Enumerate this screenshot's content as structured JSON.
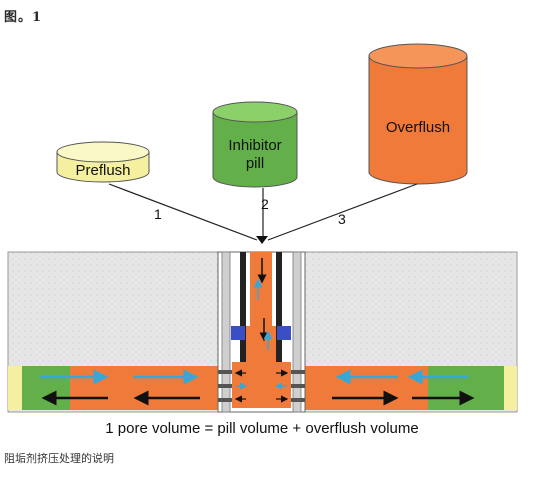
{
  "figure_label": "图。1",
  "caption": "阻垢剂挤压处理的说明",
  "diagram": {
    "tanks": [
      {
        "label": "Preflush",
        "color": "#f5f0a0",
        "number": "1"
      },
      {
        "label": "Inhibitor pill",
        "line1": "Inhibitor",
        "line2": "pill",
        "color": "#63b04a",
        "number": "2"
      },
      {
        "label": "Overflush",
        "color": "#f07a3a",
        "number": "3"
      }
    ],
    "equation": "1 pore volume = pill volume + overflush volume",
    "colors": {
      "rock": "#e4e4e4",
      "preflush": "#f5f0a0",
      "pill": "#63b04a",
      "overflush": "#f07a3a",
      "packer": "#3a4fc4",
      "arrow_blue": "#3aa6d6"
    }
  }
}
